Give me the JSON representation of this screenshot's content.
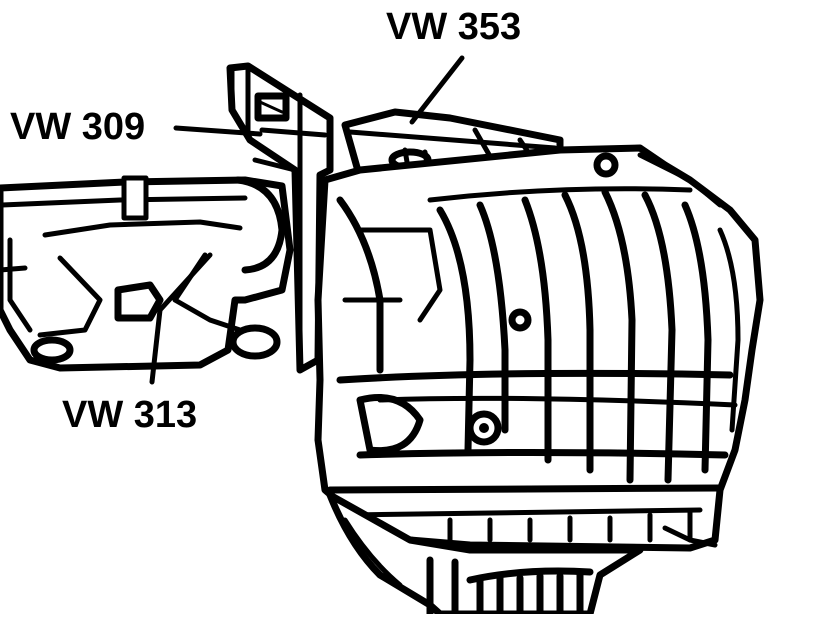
{
  "callouts": {
    "tool_353": "VW 353",
    "tool_309": "VW 309",
    "tool_313": "VW 313"
  },
  "colors": {
    "ink": "#000000",
    "background": "#ffffff"
  }
}
